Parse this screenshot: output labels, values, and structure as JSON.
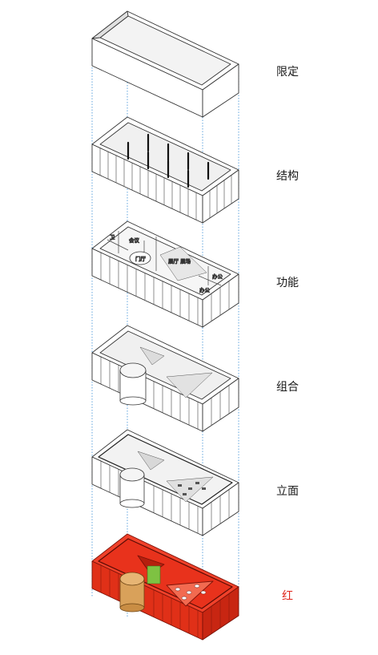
{
  "layers": [
    {
      "label": "限定"
    },
    {
      "label": "结构"
    },
    {
      "label": "功能"
    },
    {
      "label": "组合"
    },
    {
      "label": "立面"
    },
    {
      "label": "红"
    }
  ],
  "rooms": [
    {
      "label": "卫"
    },
    {
      "label": "会议"
    },
    {
      "label": "门厅"
    },
    {
      "label": "展厅 展场"
    },
    {
      "label": "办公"
    },
    {
      "label": "办公"
    }
  ],
  "colors": {
    "guide_line": "#3a8fd6",
    "outline": "#333333",
    "accent": "#e0251b",
    "accent_fill": "#e8321c",
    "accent_label": "#e0251b",
    "green_detail": "#7ec242",
    "wood_detail": "#d9a15a"
  }
}
